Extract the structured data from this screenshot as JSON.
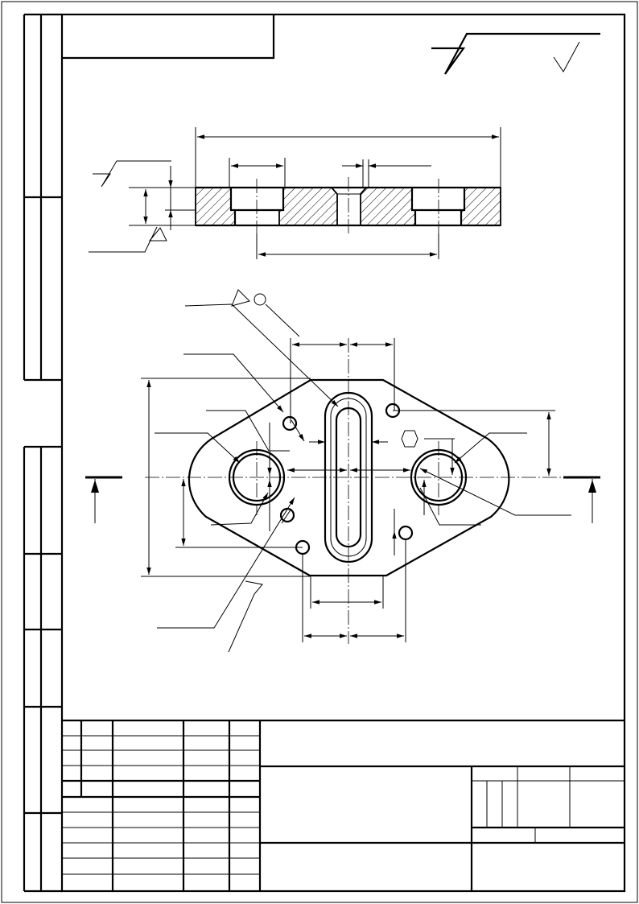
{
  "drawing": {
    "type": "technical-drawing-blank",
    "theme": {
      "line_color": "#000000",
      "paper_color": "#ffffff",
      "hatch_color": "#000000"
    },
    "views": [
      "section-view",
      "plan-view"
    ],
    "symbols": [
      "surface-roughness-icon",
      "section-arrow-icon",
      "tolerance-datum-icon"
    ]
  }
}
